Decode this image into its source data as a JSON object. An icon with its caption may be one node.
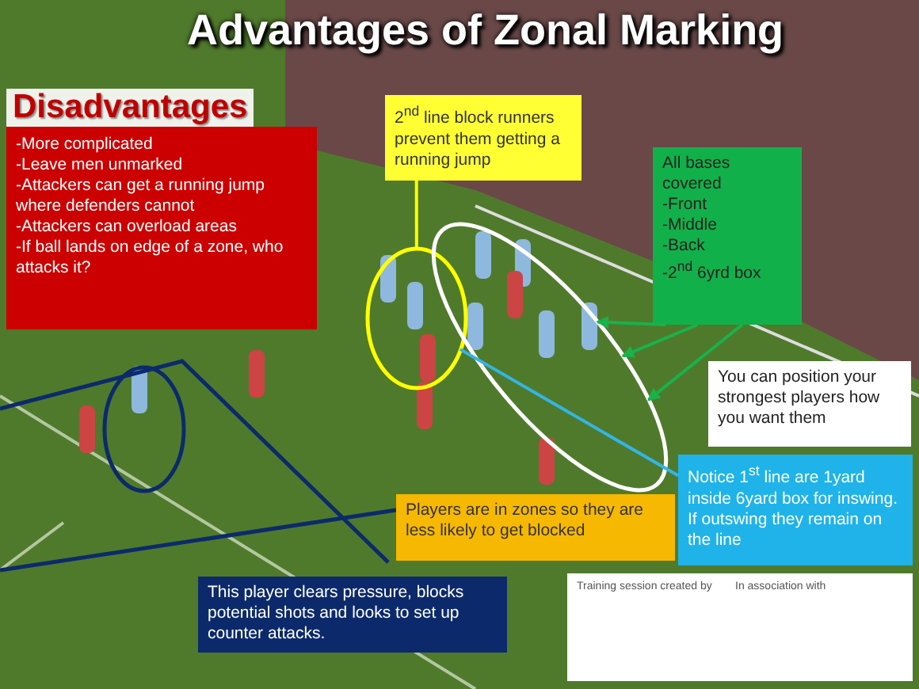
{
  "diagram": {
    "title": "Advantages of Zonal Marking",
    "nodes": [
      {
        "text": [
          "Disadvantages",
          "-More complicated",
          "-Leave men unmarked",
          "-Attackers can get a running jump where defenders cannot",
          "-Attackers can overload areas",
          "-If ball lands on edge of a zone, who attacks it?"
        ]
      },
      {
        "text": [
          "2$^{nd}$ line block runners prevent them getting a running jump"
        ]
      },
      {
        "text": [],
        "shape": "ellipse"
      },
      {
        "text": [
          "All bases covered",
          "-Front",
          "-Middle",
          "-Back",
          "-2$^{nd}$ 6yrd box"
        ]
      },
      {
        "text": [],
        "shape": "ellipse"
      },
      {
        "text": [
          "You can position your strongest players how you want them"
        ]
      },
      {
        "text": [
          "Notice 1$^{st}$ line are 1yard inside 6yard box for inswing. If outswing they remain on the line"
        ]
      },
      {
        "text": [
          "Players are in zones so they are less likely to get blocked"
        ]
      },
      {
        "text": [],
        "shape": "ellipse"
      },
      {
        "text": [
          "This player clears pressure, blocks potential shots and looks to set up counter attacks."
        ]
      }
    ],
    "edges": [
      {
        "from": 1,
        "to": 2,
        "arrow": "none",
        "color": "#ffff00"
      },
      {
        "from": 3,
        "to": 4,
        "arrow": "to"
      },
      {
        "from": 3,
        "to": 4,
        "arrow": "to"
      },
      {
        "from": 3,
        "to": 4,
        "arrow": "to"
      },
      {
        "from": 6,
        "to": 2,
        "arrow": "none",
        "color": "#33b5e5"
      }
    ],
    "labels": [
      "Training session created by",
      "In association with"
    ]
  }
}
